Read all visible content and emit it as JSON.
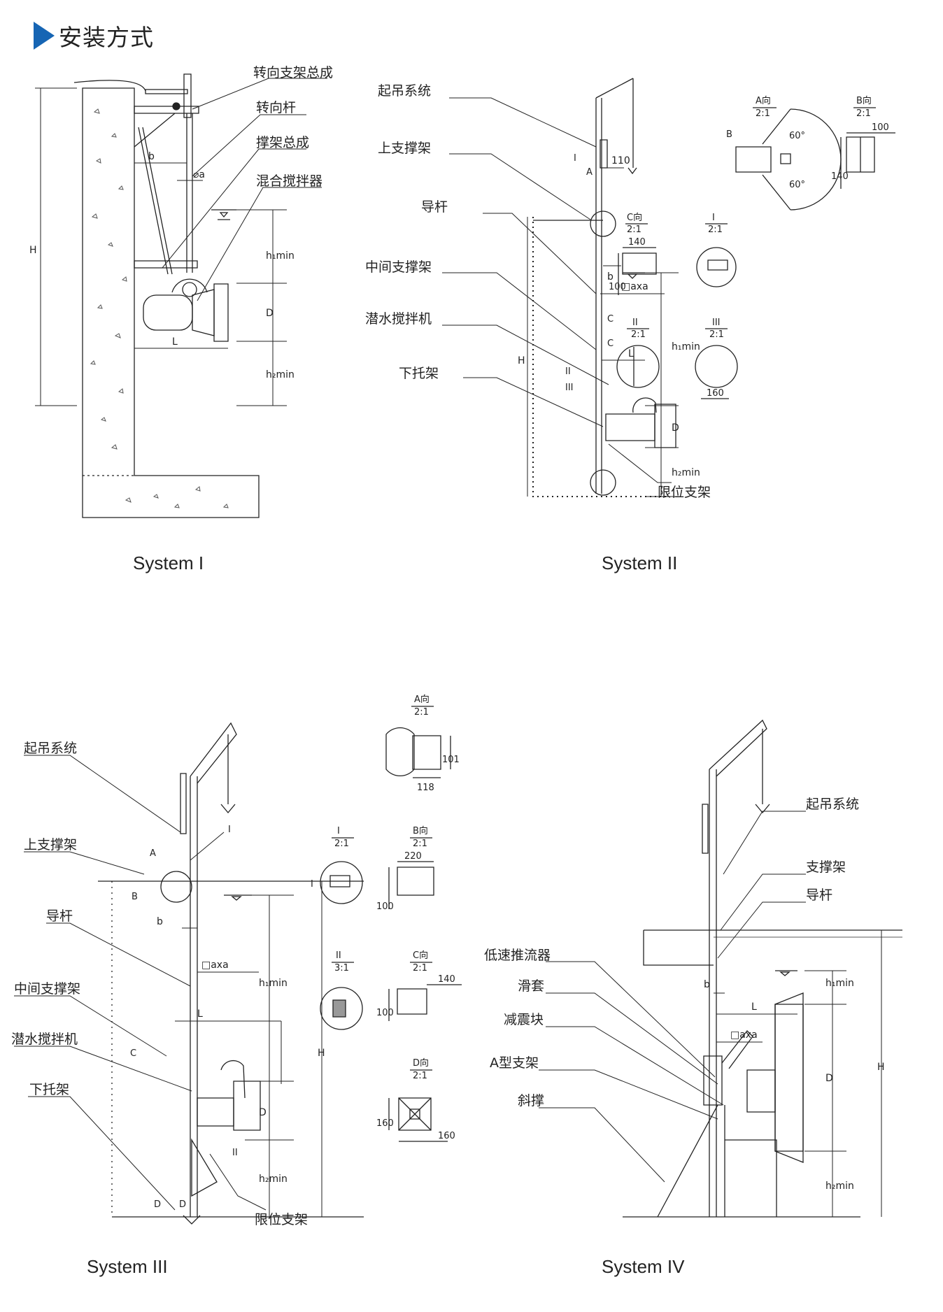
{
  "header": {
    "title": "安装方式",
    "marker_color": "#1665b4"
  },
  "system1": {
    "caption": "System  I",
    "labels": {
      "turning_bracket": "转向支架总成",
      "turning_rod": "转向杆",
      "support_assembly": "撑架总成",
      "mixer": "混合搅拌器"
    },
    "dims": {
      "H": "H",
      "b": "b",
      "a": "⌀a",
      "h1": "h₁min",
      "D": "D",
      "L": "L",
      "h2": "h₂min"
    }
  },
  "system2": {
    "caption": "System  II",
    "labels": {
      "lifting": "起吊系统",
      "upper_support": "上支撑架",
      "guide_rod": "导杆",
      "middle_support": "中间支撑架",
      "submersible_mixer": "潜水搅拌机",
      "lower_bracket": "下托架",
      "limit_bracket": "限位支架"
    },
    "dims": {
      "H": "H",
      "b": "b",
      "v110": "110",
      "axa": "□axa",
      "L": "L",
      "h1": "h₁min",
      "D": "D",
      "h2": "h₂min",
      "A": "A",
      "I": "I",
      "C1": "C",
      "C2": "C",
      "II": "II",
      "III": "III"
    },
    "details": {
      "a": {
        "title": "A向",
        "scale": "2:1",
        "d1": "60°",
        "d2": "60°",
        "B": "B"
      },
      "b": {
        "title": "B向",
        "scale": "2:1",
        "w": "100",
        "h": "140"
      },
      "c": {
        "title": "C向",
        "scale": "2:1",
        "w": "140",
        "h": "100"
      },
      "i": {
        "title": "I",
        "scale": "2:1"
      },
      "ii": {
        "title": "II",
        "scale": "2:1"
      },
      "iii": {
        "title": "III",
        "scale": "2:1",
        "w": "160"
      }
    }
  },
  "system3": {
    "caption": "System  III",
    "labels": {
      "lifting": "起吊系统",
      "upper_support": "上支撑架",
      "guide_rod": "导杆",
      "middle_support": "中间支撑架",
      "submersible_mixer": "潜水搅拌机",
      "lower_bracket": "下托架",
      "limit_bracket": "限位支架"
    },
    "dims": {
      "I": "I",
      "A": "A",
      "B": "B",
      "b": "b",
      "axa": "□axa",
      "L": "L",
      "h1": "h₁min",
      "H": "H",
      "D": "D",
      "h2": "h₂min",
      "C": "C",
      "II": "II",
      "D1": "D",
      "D2": "D"
    },
    "details": {
      "a": {
        "title": "A向",
        "scale": "2:1",
        "w": "118",
        "h": "101"
      },
      "i": {
        "title": "I",
        "scale": "2:1",
        "tag": "I"
      },
      "b": {
        "title": "B向",
        "scale": "2:1",
        "w": "220",
        "h": "100"
      },
      "ii": {
        "title": "II",
        "scale": "3:1"
      },
      "c": {
        "title": "C向",
        "scale": "2:1",
        "w": "140",
        "h": "100"
      },
      "d": {
        "title": "D向",
        "scale": "2:1",
        "w": "160",
        "h": "160"
      }
    }
  },
  "system4": {
    "caption": "System  IV",
    "labels": {
      "lifting": "起吊系统",
      "support": "支撑架",
      "guide_rod": "导杆",
      "thruster": "低速推流器",
      "sleeve": "滑套",
      "damper": "减震块",
      "a_bracket": "A型支架",
      "brace": "斜撑"
    },
    "dims": {
      "b": "b",
      "L": "L",
      "axa": "□axa",
      "h1": "h₁min",
      "H": "H",
      "D": "D",
      "h2": "h₂min"
    }
  }
}
